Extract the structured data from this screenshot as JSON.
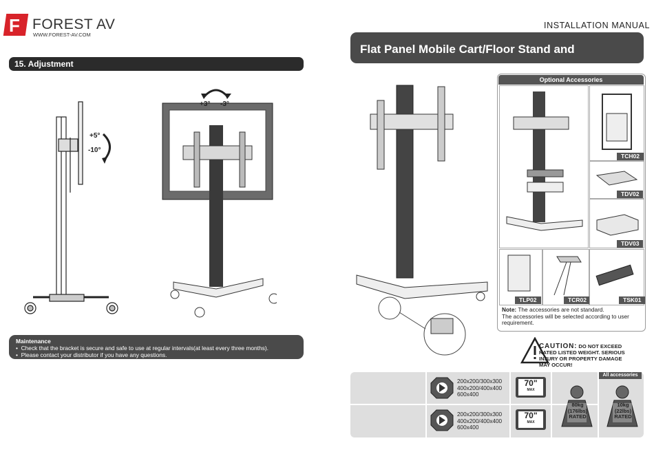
{
  "header": {
    "brand": "FOREST AV",
    "logo_letter": "F",
    "url": "WWW.FOREST-AV.COM",
    "manual_title": "INSTALLATION MANUAL"
  },
  "left_page": {
    "section_title": "15. Adjustment",
    "tilt_up": "+5°",
    "tilt_down": "-10°",
    "swivel_left": "+3°",
    "swivel_right": "-3°",
    "maintenance": {
      "title": "Maintenance",
      "items": [
        "Check that the bracket is secure and safe to use at regular intervals(at least every three months).",
        "Please contact your distributor if you have any questions."
      ]
    }
  },
  "right_page": {
    "hero_title": "Flat Panel Mobile Cart/Floor Stand and Accessories",
    "accessories": {
      "heading": "Optional Accessories",
      "tags": [
        "TCH02",
        "TDV02",
        "TDV03",
        "TLP02",
        "TCR02",
        "TSK01"
      ]
    },
    "note": {
      "label": "Note:",
      "line1": " The accessories are not standard.",
      "line2": "The accessories will be selected according to user requirement."
    },
    "caution": {
      "title": "CAUTION:",
      "text1": " DO NOT EXCEED",
      "text2": "RATED LISTED WEIGHT. SERIOUS",
      "text3": "INJURY OR PROPERTY DAMAGE",
      "text4": "MAY OCCUR!"
    },
    "specs": {
      "vesa_rows": [
        [
          "200x200/300x300",
          "400x200/400x400",
          "600x400"
        ],
        [
          "200x200/300x300",
          "400x200/400x400",
          "600x400"
        ]
      ],
      "screen_size": "70\"",
      "screen_max": "MAX",
      "weight_main": [
        "80kg",
        "(176lbs)",
        "RATED"
      ],
      "all_accessories": "All accessories",
      "weight_acc": [
        "10kg",
        "(22lbs)",
        "RATED"
      ]
    }
  }
}
